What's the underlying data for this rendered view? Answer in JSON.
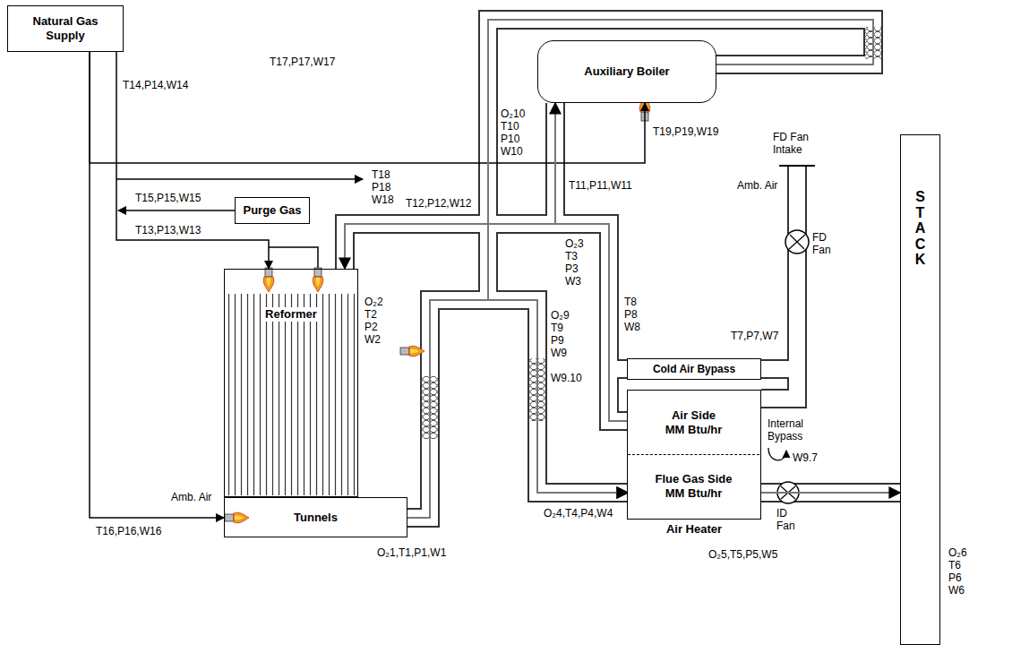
{
  "diagram": {
    "nodes": [
      {
        "text": [
          "Natural Gas Supply"
        ]
      },
      {
        "text": [
          "Purge Gas"
        ]
      },
      {
        "text": [
          "Reformer"
        ]
      },
      {
        "text": [
          "Tunnels"
        ]
      },
      {
        "text": [
          "Auxiliary Boiler"
        ]
      },
      {
        "text": [
          "Cold Air Bypass"
        ]
      },
      {
        "text": [
          "Air Heater"
        ]
      },
      {
        "text": [
          "Air Side",
          "MM Btu/hr"
        ],
        "in": 6
      },
      {
        "text": [
          "Flue Gas Side",
          "MM Btu/hr"
        ],
        "in": 6
      },
      {
        "text": [
          "STACK"
        ]
      }
    ],
    "edges": [
      {
        "from": 0,
        "to": 2,
        "arrow": "to"
      },
      {
        "from": 0,
        "to": 3,
        "arrow": "to"
      },
      {
        "from": 0,
        "to": 4,
        "arrow": "to"
      },
      {
        "from": 3,
        "to": 8,
        "arrow": "to"
      },
      {
        "from": 4,
        "to": 8,
        "arrow": "to"
      },
      {
        "from": 8,
        "to": 9,
        "arrow": "to"
      },
      {
        "from": 7,
        "to": 2,
        "arrow": "to"
      },
      {
        "from": 7,
        "to": 4,
        "arrow": "to"
      }
    ],
    "labels": [
      "T17,P17,W17",
      "T14,P14,W14",
      "T18 P18 W18",
      "T15,P15,W15",
      "T13,P13,W13",
      "T16,P16,W16",
      "Amb. Air",
      "O₂1,T1,P1,W1",
      "O₂2 T2 P2 W2",
      "T12,P12,W12",
      "O₂10 T10 P10 W10",
      "O₂3 T3 P3 W3",
      "O₂9 T9 P9 W9",
      "T11,P11,W11",
      "T19,P19,W19",
      "T8 P8 W8",
      "W9.10",
      "O₂4,T4,P4,W4",
      "FD Fan Intake",
      "Amb. Air",
      "FD Fan",
      "T7,P7,W7",
      "Internal Bypass",
      "W9.7",
      "ID Fan",
      "O₂5,T5,P5,W5",
      "O₂6 T6 P6 W6"
    ]
  }
}
